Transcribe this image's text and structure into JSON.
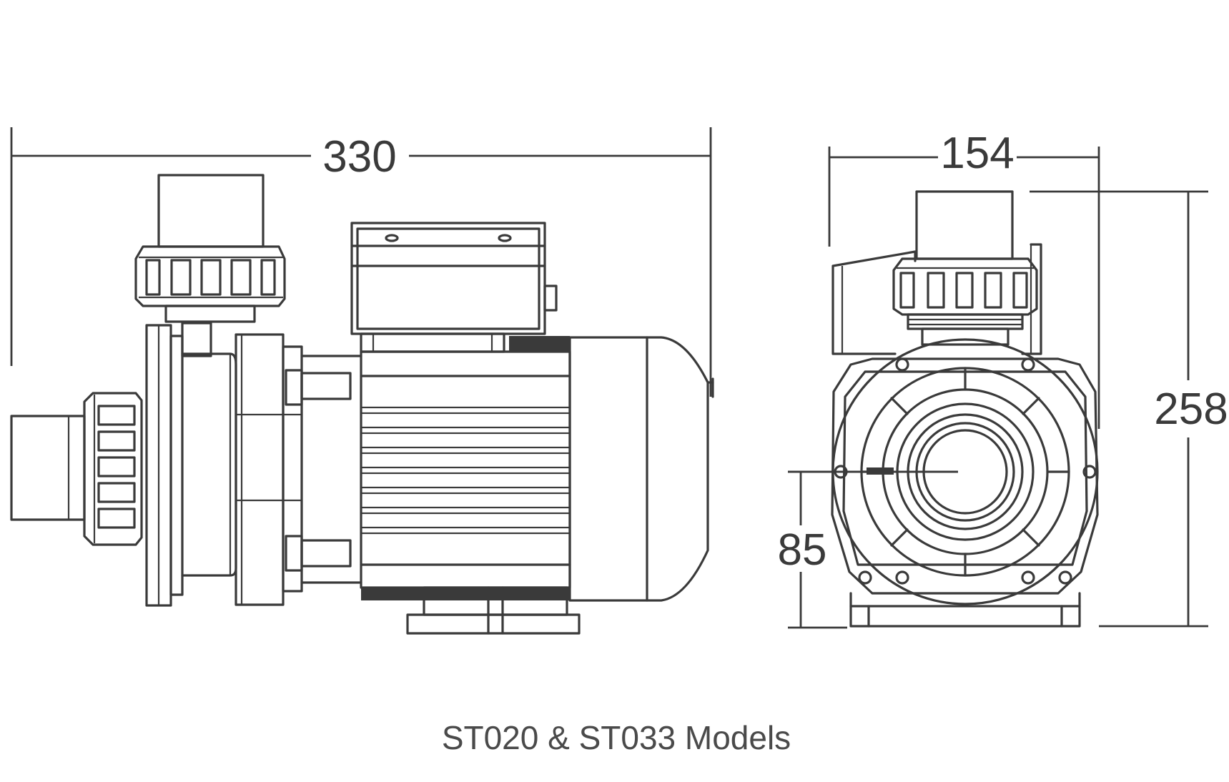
{
  "caption": "ST020 & ST033 Models",
  "dimensions": {
    "side_length": "330",
    "front_width": "154",
    "front_height": "258",
    "shaft_height": "85"
  },
  "colors": {
    "line": "#3a3a3a",
    "background": "#ffffff"
  }
}
